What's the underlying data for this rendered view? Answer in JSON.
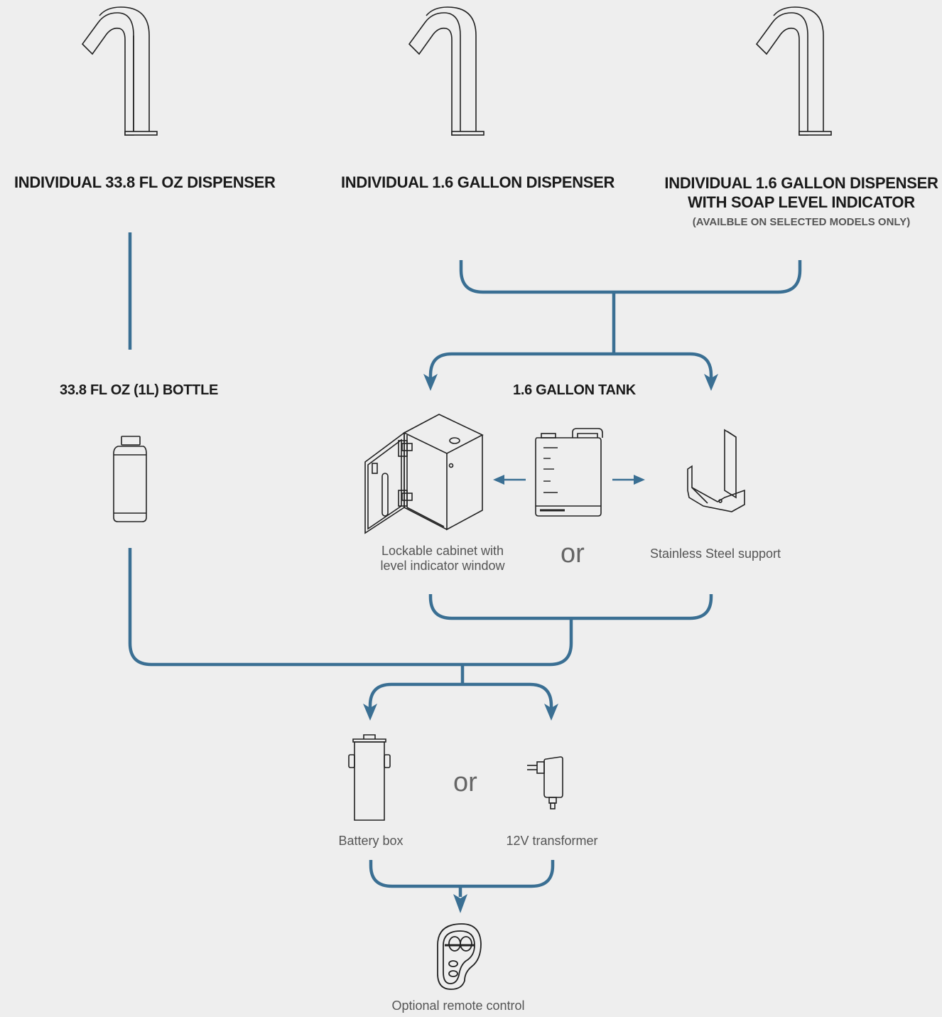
{
  "dispensers": [
    {
      "title": "INDIVIDUAL 33.8 FL OZ DISPENSER"
    },
    {
      "title": "INDIVIDUAL 1.6 GALLON DISPENSER"
    },
    {
      "title_line1": "INDIVIDUAL 1.6 GALLON DISPENSER",
      "title_line2": "WITH SOAP LEVEL INDICATOR",
      "note": "(AVAILBLE ON SELECTED MODELS ONLY)"
    }
  ],
  "bottle": {
    "title": "33.8 FL OZ (1L) BOTTLE"
  },
  "tank": {
    "title": "1.6 GALLON TANK",
    "cabinet_line1": "Lockable cabinet with",
    "cabinet_line2": "level indicator window",
    "or_label": "or",
    "support_label": "Stainless Steel support"
  },
  "power": {
    "battery_label": "Battery box",
    "or_label": "or",
    "transformer_label": "12V transformer"
  },
  "remote": {
    "label": "Optional remote control"
  },
  "colors": {
    "connector": "#3a6f93",
    "text": "#1a1a1a",
    "caption": "#555555",
    "background": "#eeeeee"
  }
}
